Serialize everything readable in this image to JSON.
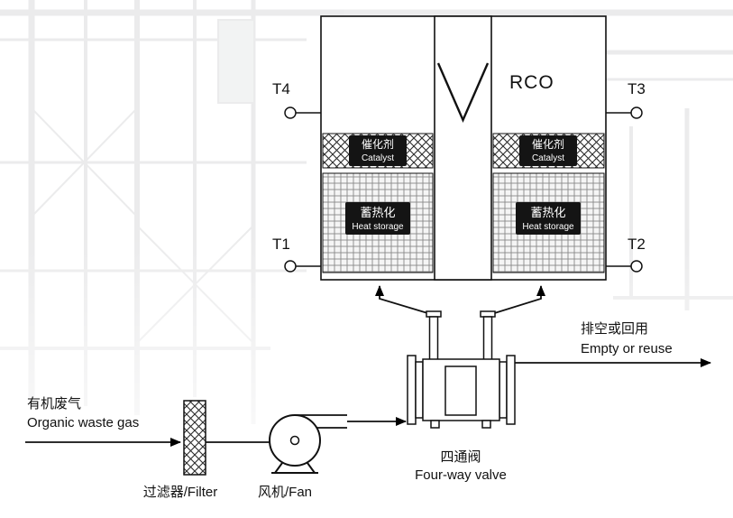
{
  "diagram": {
    "vessel_title": "RCO",
    "sensors": {
      "t1": "T1",
      "t2": "T2",
      "t3": "T3",
      "t4": "T4"
    },
    "catalyst": {
      "zh": "催化剂",
      "en": "Catalyst"
    },
    "heat_storage": {
      "zh": "蓄热化",
      "en": "Heat storage"
    },
    "inlet": {
      "zh": "有机废气",
      "en": "Organic waste gas"
    },
    "filter_label": "过滤器/Filter",
    "fan_label": "风机/Fan",
    "valve": {
      "zh": "四通阀",
      "en": "Four-way valve"
    },
    "outlet": {
      "zh": "排空或回用",
      "en": "Empty or reuse"
    }
  },
  "colors": {
    "line": "#000000",
    "label_bg": "#141414",
    "label_text": "#ffffff",
    "hatch": "#2b2b2b",
    "mesh": "#888888",
    "background_tint": "#60656a"
  }
}
